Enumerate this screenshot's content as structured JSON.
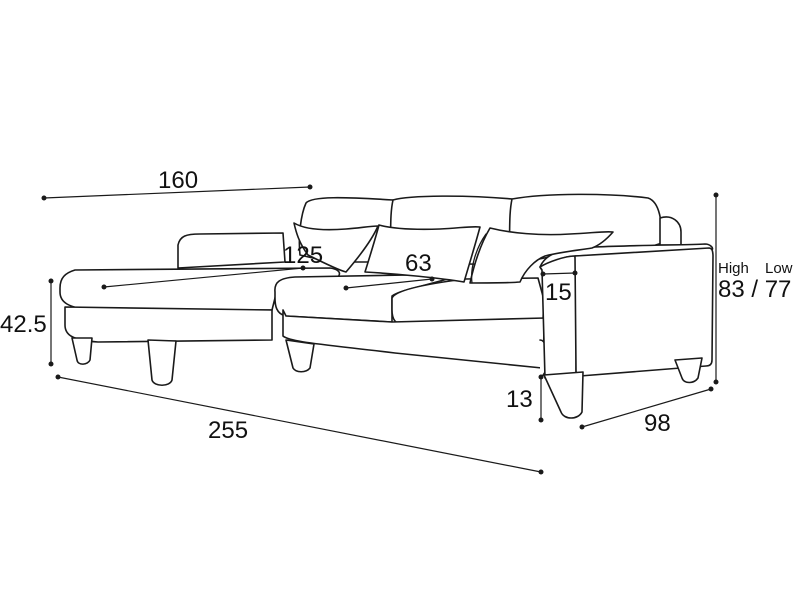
{
  "dimensions": {
    "chaise_length": "160",
    "seat_depth": "125",
    "seat_width": "63",
    "arm_width": "15",
    "seat_height": "42.5",
    "leg_height": "13",
    "total_width": "255",
    "depth": "98",
    "back_height_caption_high": "High",
    "back_height_caption_low": "Low",
    "back_height_values": "83 / 77"
  }
}
